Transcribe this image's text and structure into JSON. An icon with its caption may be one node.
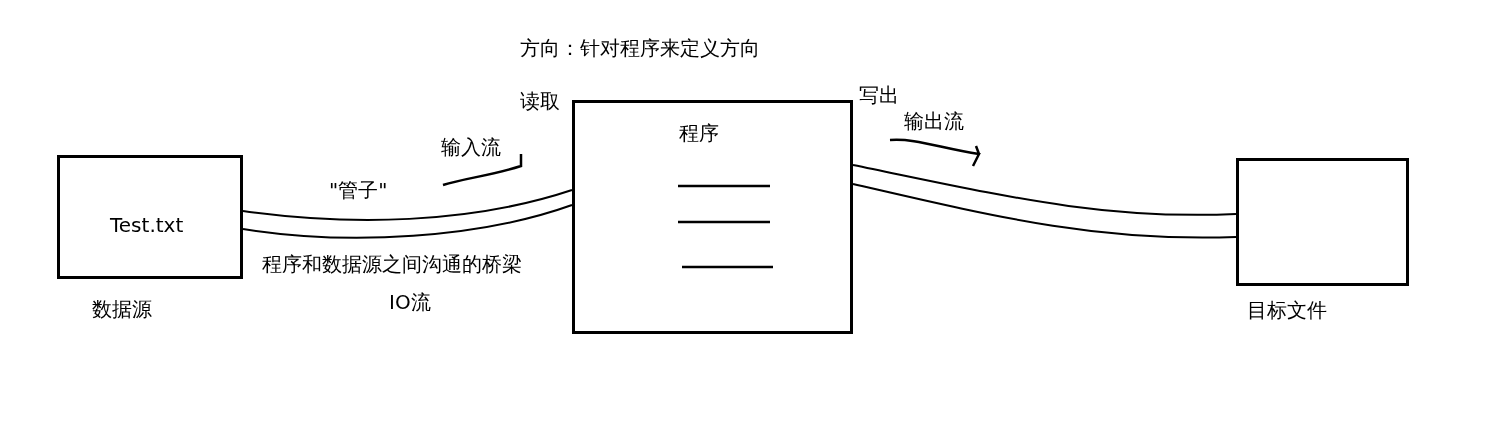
{
  "diagram": {
    "nodes": [
      {
        "text": [
          "Test.txt"
        ],
        "beside": [
          "数据源"
        ]
      },
      {
        "text": [
          "程序"
        ]
      },
      {
        "text": [],
        "shape": "box",
        "beside": [
          "目标文件"
        ]
      }
    ],
    "edges": [
      {
        "from": 0,
        "to": 1,
        "arrow": "none",
        "label": "\"管子\""
      },
      {
        "from": 1,
        "to": 2,
        "arrow": "none"
      }
    ],
    "labels": [
      "方向：针对程序来定义方向",
      "读取",
      "写出",
      "输入流",
      "输出流",
      "程序和数据源之间沟通的桥梁",
      "IO流"
    ]
  }
}
